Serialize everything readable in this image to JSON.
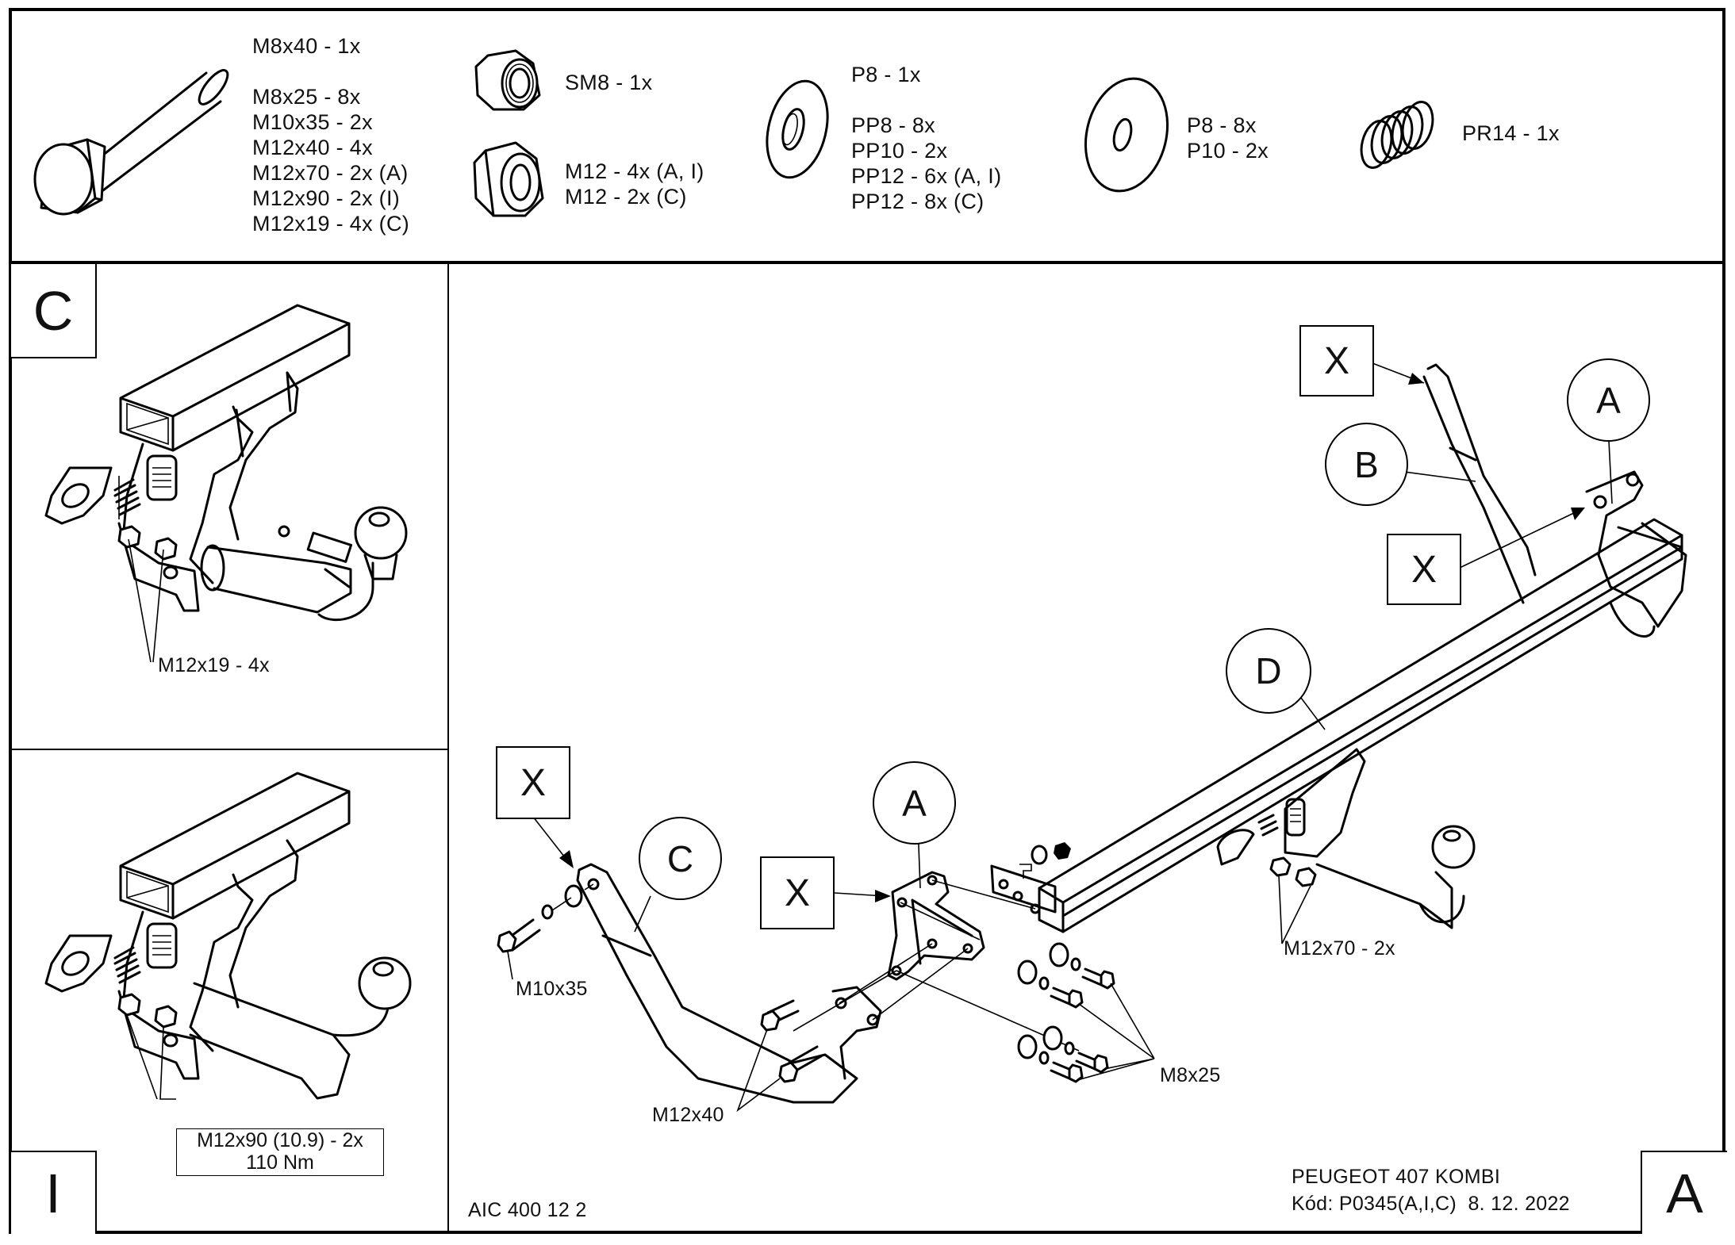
{
  "hardware_header": {
    "bolt_icon": "hex-bolt-icon",
    "bolts": [
      "M8x40 - 1x",
      "M8x25 - 8x",
      "M10x35 - 2x",
      "M12x40 - 4x",
      "M12x70 - 2x (A)",
      "M12x90 - 2x (I)",
      "M12x19 - 4x (C)"
    ],
    "self_locking_nut_icon": "self-locking-nut-icon",
    "self_locking_nuts": [
      "SM8 - 1x"
    ],
    "nut_icon": "hex-nut-icon",
    "nuts": [
      "M12 - 4x (A, I)",
      "M12 - 2x (C)"
    ],
    "washer_icon": "washer-icon",
    "washers": [
      "P8 - 1x",
      "PP8 - 8x",
      "PP10 - 2x",
      "PP12 - 6x (A, I)",
      "PP12 - 8x (C)"
    ],
    "large_washer_icon": "large-washer-icon",
    "large_washers": [
      "P8 - 8x",
      "P10 - 2x"
    ],
    "spring_icon": "spring-washer-icon",
    "springs": [
      "PR14 - 1x"
    ]
  },
  "panel_c": {
    "label": "C",
    "callout": "M12x19 - 4x"
  },
  "panel_i": {
    "label": "I",
    "callout_line1": "M12x90 (10.9) - 2x",
    "callout_line2": "110 Nm"
  },
  "main_panel": {
    "label": "A",
    "balloons": {
      "a_top": "A",
      "b": "B",
      "d": "D",
      "a_mid": "A",
      "c": "C"
    },
    "x_markers": [
      "X",
      "X",
      "X",
      "X"
    ],
    "callouts": {
      "m10x35": "M10x35",
      "m12x40": "M12x40",
      "m8x25": "M8x25",
      "m12x70": "M12x70 - 2x"
    },
    "drawing_number": "AIC 400 12 2"
  },
  "title_block": {
    "vehicle": "PEUGEOT 407 KOMBI",
    "code_line": "Kód: P0345(A,I,C)  8. 12. 2022"
  }
}
